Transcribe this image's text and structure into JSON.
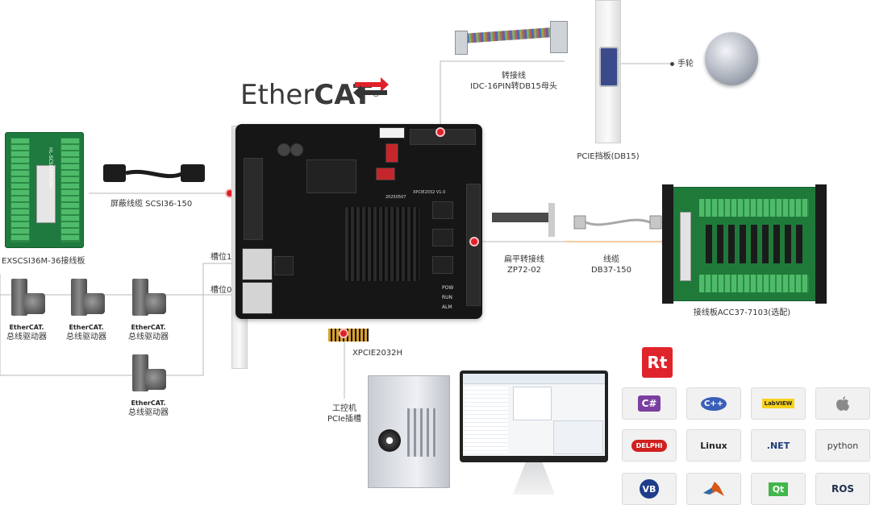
{
  "logo": {
    "ether": "Ether",
    "cat": "CAT",
    "reg": "®"
  },
  "labels": {
    "exscsi": "EXSCSI36M-36接线板",
    "shield_cable": "屏蔽线缆 SCSI36-150",
    "slot1": "槽位1",
    "slot0": "槽位0",
    "adapter_line1": "转接线",
    "adapter_line2": "IDC-16PIN转DB15母头",
    "handwheel": "手轮",
    "pcie_bracket": "PCIE挡板(DB15)",
    "flat_line1": "扁平转接线",
    "flat_line2": "ZP72-02",
    "db_line1": "线缆",
    "db_line2": "DB37-150",
    "acc": "接线板ACC37-7103(选配)",
    "card": "XPCIE2032H",
    "ipc_line1": "工控机",
    "ipc_line2": "PCIe插槽"
  },
  "board_text": {
    "model": "XPCIE2032 V1.0",
    "date": "20250507",
    "pow": "POW",
    "run": "RUN",
    "alm": "ALM",
    "terminal_text": "HL-SCSI-36P(ON)"
  },
  "drivers": [
    {
      "brand": "EtherCAT.",
      "label": "总线驱动器"
    },
    {
      "brand": "EtherCAT.",
      "label": "总线驱动器"
    },
    {
      "brand": "EtherCAT.",
      "label": "总线驱动器"
    },
    {
      "brand": "EtherCAT.",
      "label": "总线驱动器"
    }
  ],
  "sdk_logo": {
    "text": "Rt"
  },
  "tiles": [
    {
      "text": "C#",
      "color": "#7b3fa0"
    },
    {
      "text": "C++",
      "color": "#3b5fb8"
    },
    {
      "text": "LabVIEW",
      "color": "#222222"
    },
    {
      "text": "",
      "color": "#888888"
    },
    {
      "text": "DELPHI",
      "color": "#d0201f"
    },
    {
      "text": "Linux",
      "color": "#222222"
    },
    {
      "text": ".NET",
      "color": "#1f3b7a"
    },
    {
      "text": "python",
      "color": "#3d3d3d"
    },
    {
      "text": "VB",
      "color": "#1f3d8a"
    },
    {
      "text": "",
      "color": "#d65a16"
    },
    {
      "text": "Qt",
      "color": "#41b649"
    },
    {
      "text": "ROS",
      "color": "#22314e"
    }
  ],
  "colors": {
    "accent": "#e0202a",
    "line": "#b8b8b8"
  }
}
